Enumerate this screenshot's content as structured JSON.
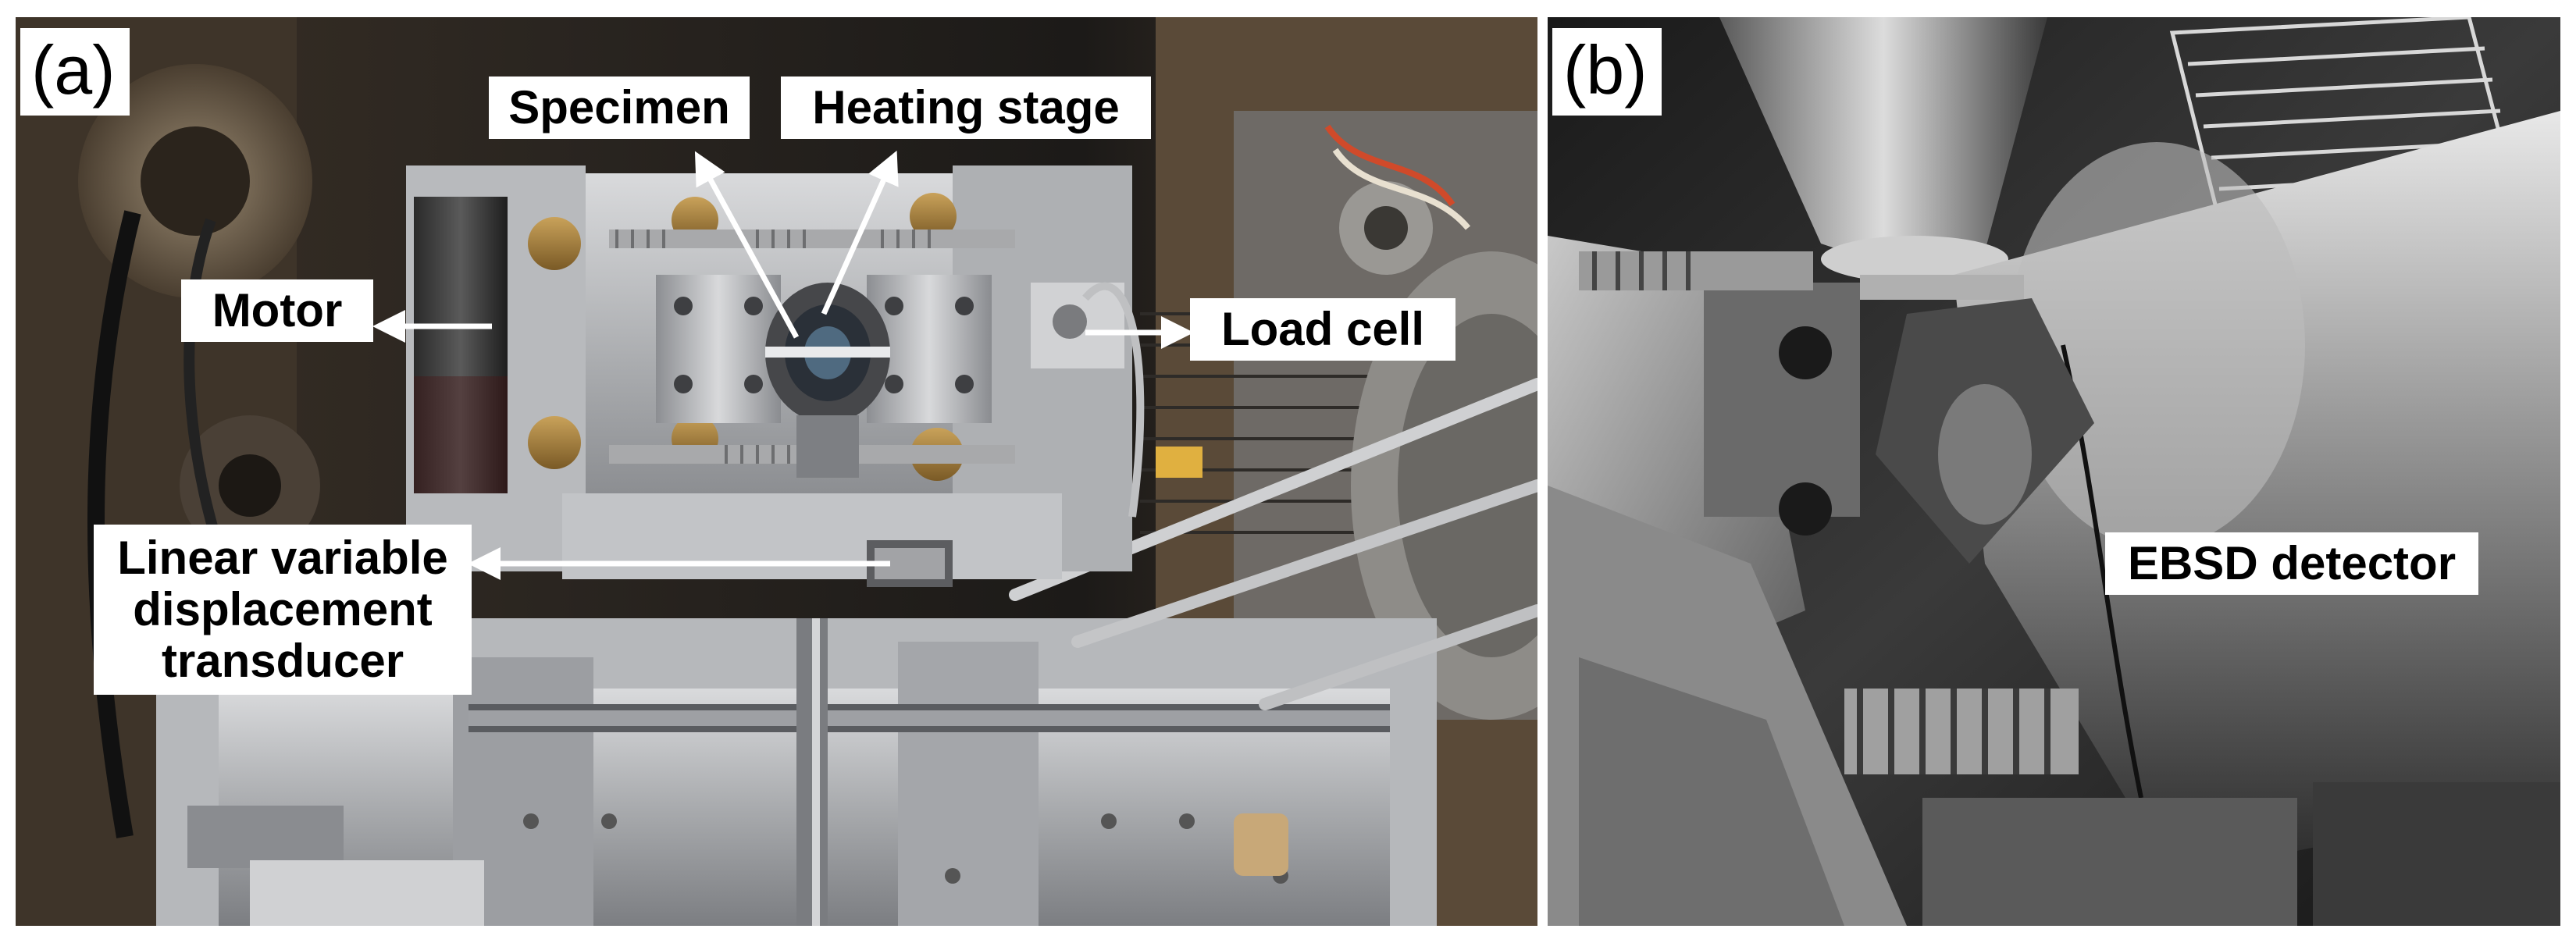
{
  "panel_a": {
    "letter": "(a)",
    "labels": {
      "specimen": "Specimen",
      "heating_stage": "Heating stage",
      "motor": "Motor",
      "load_cell": "Load cell",
      "lvdt": "Linear variable displacement transducer"
    }
  },
  "panel_b": {
    "letter": "(b)",
    "labels": {
      "ebsd_detector": "EBSD detector"
    }
  },
  "colors": {
    "background": "#ffffff",
    "label_fill": "#ffffff",
    "label_text": "#000000",
    "arrow": "#ffffff"
  }
}
